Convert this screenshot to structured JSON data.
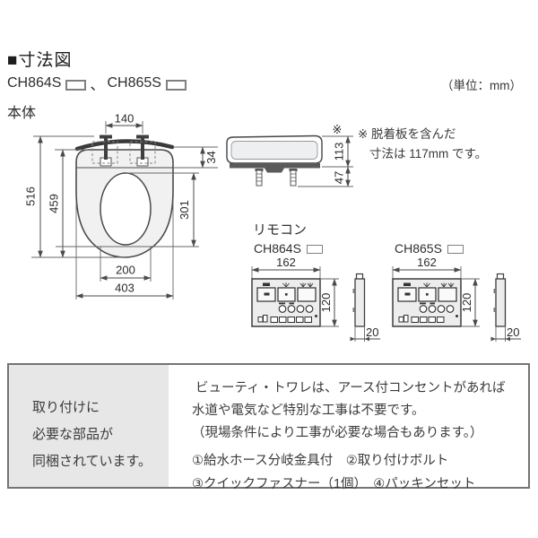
{
  "header": {
    "title": "■寸法図",
    "model1": "CH864S",
    "separator": "、",
    "model2": "CH865S",
    "unit_note": "（単位：mm）"
  },
  "body_section": {
    "label": "本体",
    "dims": {
      "bolt_pitch": "140",
      "total_length": "516",
      "seat_length": "459",
      "hinge_depth": "34",
      "hole_length": "301",
      "hole_width": "200",
      "total_width": "403"
    },
    "side_dims": {
      "marker": "※",
      "height": "113",
      "bolt_length": "47"
    },
    "note_line1": "※ 脱着板を含んだ",
    "note_line2": "寸法は 117mm です。"
  },
  "remote_section": {
    "label": "リモコン",
    "units": [
      {
        "model": "CH864S",
        "width": "162",
        "height": "120",
        "depth": "20"
      },
      {
        "model": "CH865S",
        "width": "162",
        "height": "120",
        "depth": "20"
      }
    ]
  },
  "footer": {
    "left_lines": [
      "取り付けに",
      "必要な部品が",
      "同梱されています。"
    ],
    "right_lines": [
      "ビューティ・トワレは、アース付コンセントがあれば",
      "水道や電気など特別な工事は不要です。",
      "（現場条件により工事が必要な場合もあります。）",
      "①給水ホース分岐金具付　②取り付けボルト",
      "③クイックファスナー（1個）　④パッキンセット"
    ]
  },
  "colors": {
    "line": "#4a4a4a",
    "seat_fill": "#f1f1f2",
    "panel_gray": "#e7e7e8"
  }
}
